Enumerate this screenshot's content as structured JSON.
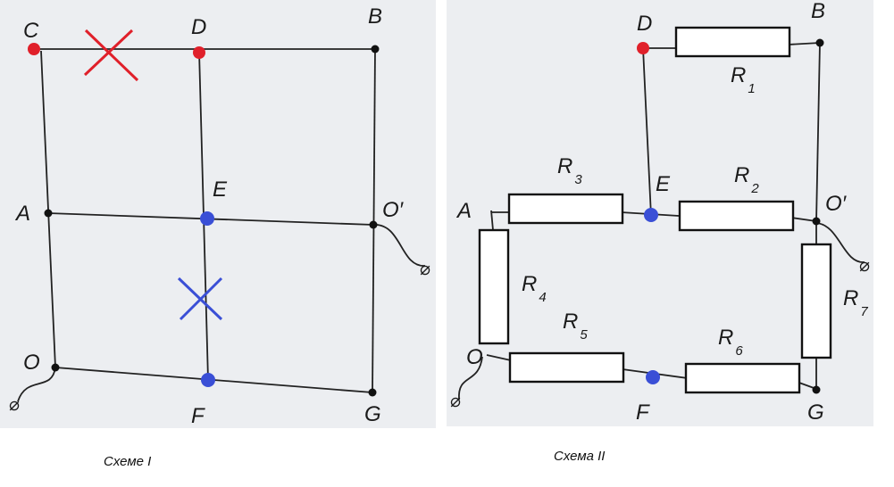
{
  "scheme1": {
    "caption": "Схеме I",
    "nodes": {
      "C": "C",
      "D": "D",
      "B": "B",
      "A": "A",
      "E": "E",
      "O_prime": "O′",
      "O": "O",
      "F": "F",
      "G": "G"
    },
    "terminal_symbol": "⌀"
  },
  "scheme2": {
    "caption": "Схема II",
    "nodes": {
      "D": "D",
      "B": "B",
      "A": "A",
      "E": "E",
      "O_prime": "O′",
      "O": "O",
      "F": "F",
      "G": "G"
    },
    "resistors": {
      "R1": {
        "letter": "R",
        "index": "1"
      },
      "R2": {
        "letter": "R",
        "index": "2"
      },
      "R3": {
        "letter": "R",
        "index": "3"
      },
      "R4": {
        "letter": "R",
        "index": "4"
      },
      "R5": {
        "letter": "R",
        "index": "5"
      },
      "R6": {
        "letter": "R",
        "index": "6"
      },
      "R7": {
        "letter": "R",
        "index": "7"
      }
    },
    "terminal_symbol": "⌀"
  },
  "colors": {
    "red_marker": "#e0202a",
    "blue_marker": "#3a4fd6",
    "wire": "#222222",
    "panel_bg": "#eceef1"
  }
}
